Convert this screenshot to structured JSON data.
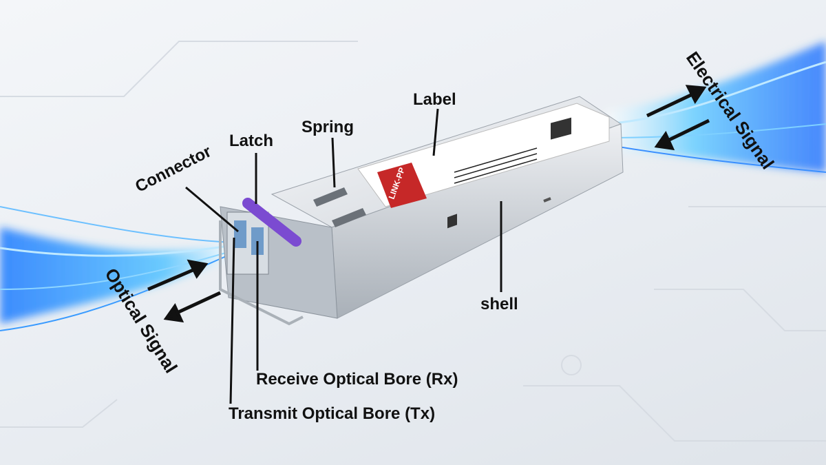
{
  "labels": {
    "label": "Label",
    "spring": "Spring",
    "latch": "Latch",
    "connector": "Connector",
    "shell": "shell",
    "receive_bore": "Receive Optical Bore (Rx)",
    "transmit_bore": "Transmit Optical Bore (Tx)",
    "optical_signal": "Optical Signal",
    "electrical_signal": "Electrical Signal"
  },
  "product_label": {
    "brand_logo": "LINK-PP",
    "logo_color": "#c62828"
  },
  "colors": {
    "signal_blue": "#2f9bff",
    "latch_purple": "#7b4bd1",
    "shell_silver": "#c9ced4"
  }
}
